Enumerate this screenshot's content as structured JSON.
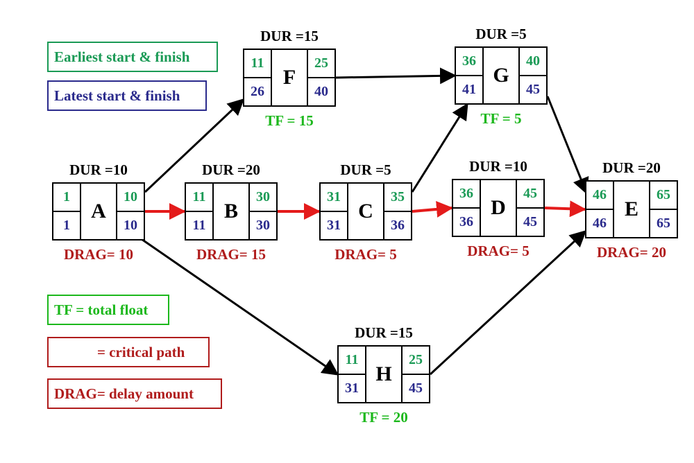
{
  "colors": {
    "early": "#1a9a55",
    "late": "#2a2a8c",
    "drag": "#b01c1c",
    "critical": "#e41b1b",
    "arrow": "#000000",
    "tf": "#1cb81c"
  },
  "legend": {
    "earliest": "Earliest start & finish",
    "latest": "Latest start & finish",
    "tf": "TF = total float",
    "critical": "= critical path",
    "drag": "DRAG= delay amount"
  },
  "nodes": {
    "A": {
      "name": "A",
      "dur": "DUR =10",
      "es": "1",
      "ef": "10",
      "ls": "1",
      "lf": "10",
      "sub": "DRAG= 10"
    },
    "B": {
      "name": "B",
      "dur": "DUR =20",
      "es": "11",
      "ef": "30",
      "ls": "11",
      "lf": "30",
      "sub": "DRAG= 15"
    },
    "C": {
      "name": "C",
      "dur": "DUR =5",
      "es": "31",
      "ef": "35",
      "ls": "31",
      "lf": "36",
      "sub": "DRAG= 5"
    },
    "D": {
      "name": "D",
      "dur": "DUR =10",
      "es": "36",
      "ef": "45",
      "ls": "36",
      "lf": "45",
      "sub": "DRAG= 5"
    },
    "E": {
      "name": "E",
      "dur": "DUR =20",
      "es": "46",
      "ef": "65",
      "ls": "46",
      "lf": "65",
      "sub": "DRAG= 20"
    },
    "F": {
      "name": "F",
      "dur": "DUR =15",
      "es": "11",
      "ef": "25",
      "ls": "26",
      "lf": "40",
      "sub": "TF = 15"
    },
    "G": {
      "name": "G",
      "dur": "DUR =5",
      "es": "36",
      "ef": "40",
      "ls": "41",
      "lf": "45",
      "sub": "TF = 5"
    },
    "H": {
      "name": "H",
      "dur": "DUR =15",
      "es": "11",
      "ef": "25",
      "ls": "31",
      "lf": "45",
      "sub": "TF = 20"
    }
  },
  "edges": [
    {
      "from": "A",
      "to": "B",
      "critical": true
    },
    {
      "from": "B",
      "to": "C",
      "critical": true
    },
    {
      "from": "C",
      "to": "D",
      "critical": true
    },
    {
      "from": "D",
      "to": "E",
      "critical": true
    },
    {
      "from": "A",
      "to": "F",
      "critical": false
    },
    {
      "from": "F",
      "to": "G",
      "critical": false
    },
    {
      "from": "C",
      "to": "G",
      "critical": false
    },
    {
      "from": "G",
      "to": "E",
      "critical": false
    },
    {
      "from": "A",
      "to": "H",
      "critical": false
    },
    {
      "from": "H",
      "to": "E",
      "critical": false
    }
  ]
}
